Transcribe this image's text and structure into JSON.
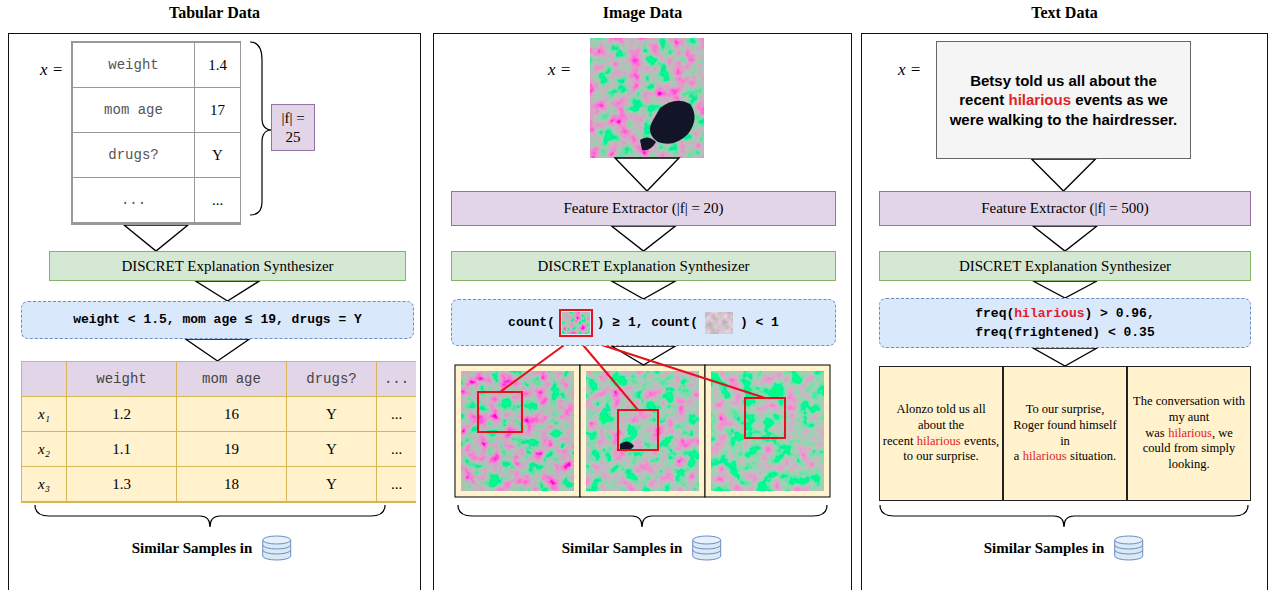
{
  "diagram": {
    "nodes": [
      {
        "text": [
          "Tabular Data"
        ]
      },
      {
        "text": [
          "weight",
          "1.4",
          "mom age",
          "17",
          "drugs?",
          "Y",
          "...",
          "..."
        ],
        "in": 0
      },
      {
        "text": [
          "|f| = 25"
        ],
        "in": 0
      },
      {
        "text": [
          "DISCRET Explanation Synthesizer"
        ],
        "in": 0
      },
      {
        "text": [
          "weight < 1.5, mom age ≤ 19, drugs = Y"
        ],
        "in": 0
      },
      {
        "text": [
          "weight",
          "mom age",
          "drugs?",
          "...",
          "x₁",
          "1.2",
          "16",
          "Y",
          "...",
          "x₂",
          "1.1",
          "19",
          "Y",
          "...",
          "x₃",
          "1.3",
          "18",
          "Y",
          "..."
        ],
        "in": 0
      },
      {
        "text": [
          "Image Data"
        ]
      },
      {
        "text": [
          "Feature Extractor (|f| = 20)"
        ],
        "in": 6
      },
      {
        "text": [
          "DISCRET Explanation Synthesizer"
        ],
        "in": 6
      },
      {
        "text": [
          "count(",
          ") ≥ 1, count(",
          ") < 1"
        ],
        "in": 6
      },
      {
        "text": [
          "Text Data"
        ]
      },
      {
        "text": [
          "Betsy told us all about the recent",
          "hilarious",
          "events as we were walking to the hairdresser."
        ],
        "in": 10
      },
      {
        "text": [
          "Feature Extractor (|f| = 500)"
        ],
        "in": 10
      },
      {
        "text": [
          "DISCRET Explanation Synthesizer"
        ],
        "in": 10
      },
      {
        "text": [
          "freq(",
          "hilarious",
          ") > 0.96,",
          "freq(frightened) < 0.35"
        ],
        "in": 10
      },
      {
        "text": [
          "Alonzo told us all about the recent",
          "hilarious",
          "events, to our surprise."
        ],
        "in": 10
      },
      {
        "text": [
          "To our surprise, Roger found himself in a",
          "hilarious",
          "situation."
        ],
        "in": 10
      },
      {
        "text": [
          "The conversation with my aunt was",
          "hilarious",
          ", we could from simply looking."
        ],
        "in": 10
      }
    ],
    "edges": [
      {
        "from": 1,
        "to": 3,
        "arrow": "to"
      },
      {
        "from": 3,
        "to": 4,
        "arrow": "to"
      },
      {
        "from": 4,
        "to": 5,
        "arrow": "to"
      },
      {
        "from": 7,
        "to": 8,
        "arrow": "to"
      },
      {
        "from": 8,
        "to": 9,
        "arrow": "to"
      },
      {
        "from": 11,
        "to": 12,
        "arrow": "to"
      },
      {
        "from": 12,
        "to": 13,
        "arrow": "to"
      },
      {
        "from": 13,
        "to": 14,
        "arrow": "to"
      },
      {
        "from": 14,
        "to": 16,
        "arrow": "to"
      }
    ],
    "labels": [
      "x =",
      "x =",
      "x =",
      "Similar Samples in",
      "Similar Samples in",
      "Similar Samples in"
    ]
  }
}
